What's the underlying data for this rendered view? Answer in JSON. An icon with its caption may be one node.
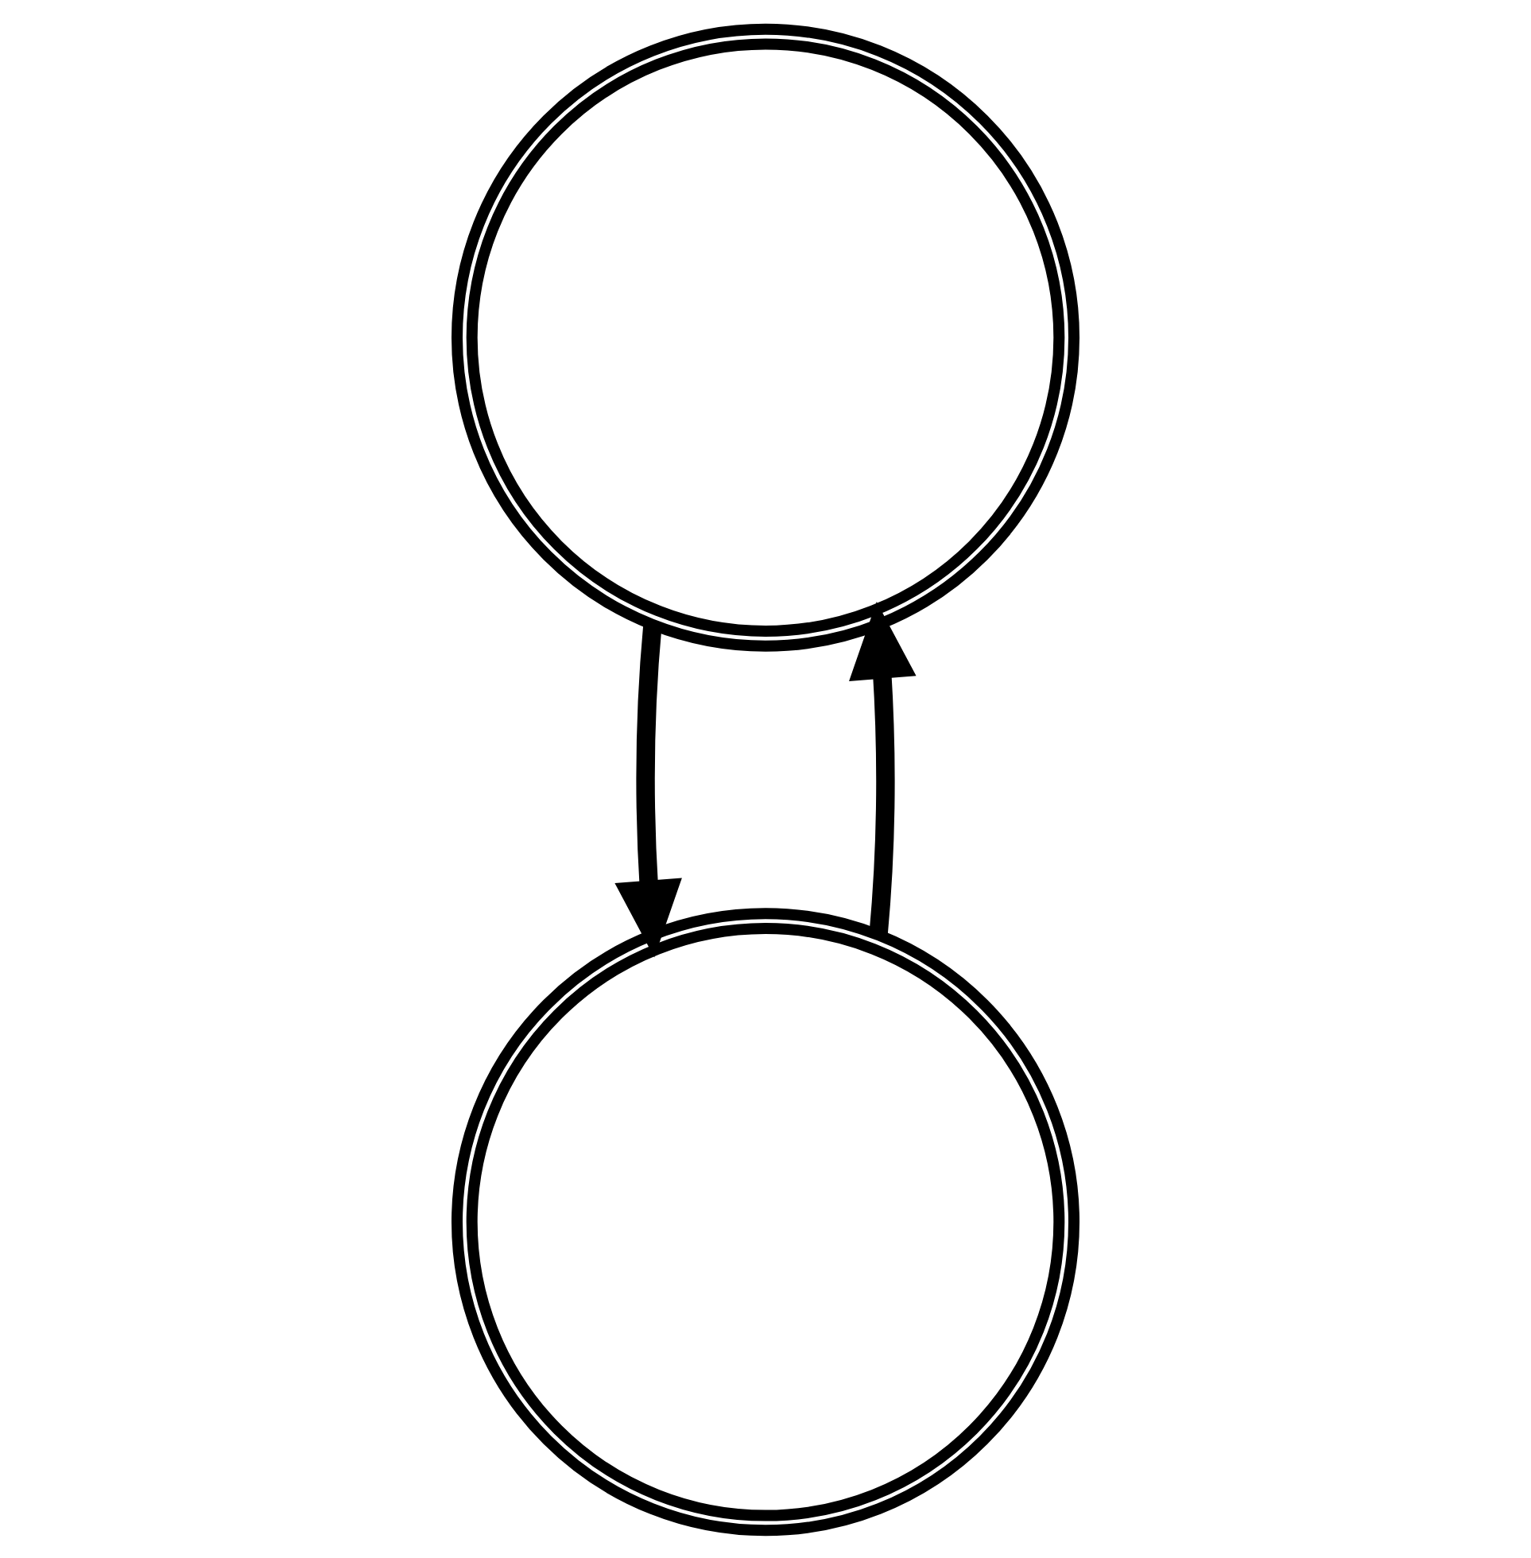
{
  "diagram": {
    "nodes": [
      {
        "text": [],
        "shape": "circle"
      },
      {
        "text": [],
        "shape": "circle"
      }
    ],
    "edges": [
      {
        "from": 0,
        "to": 1,
        "arrow": "to"
      },
      {
        "from": 1,
        "to": 0,
        "arrow": "to"
      }
    ]
  }
}
